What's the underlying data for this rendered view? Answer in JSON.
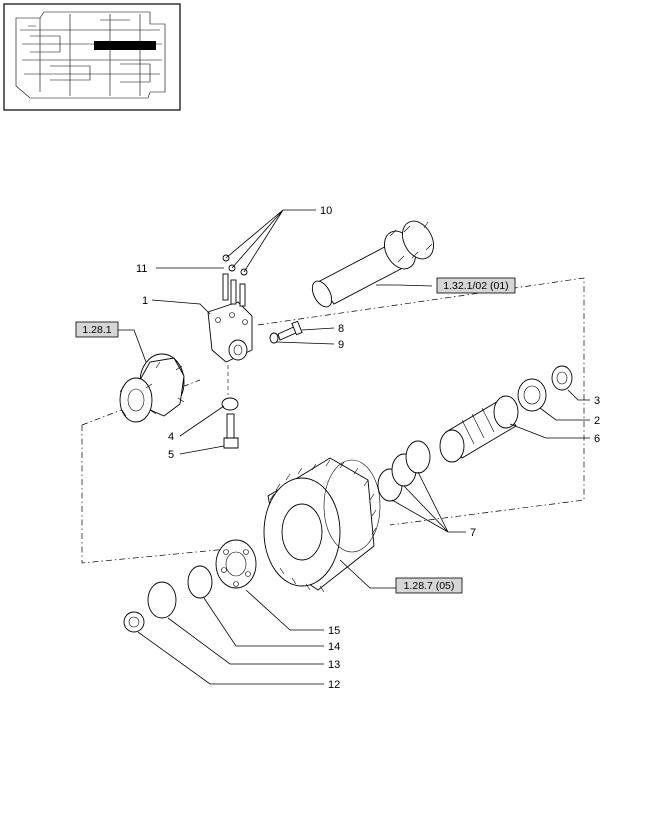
{
  "callouts": {
    "c1": "1",
    "c2": "2",
    "c3": "3",
    "c4": "4",
    "c5": "5",
    "c6": "6",
    "c7": "7",
    "c8": "8",
    "c9": "9",
    "c10": "10",
    "c11": "11",
    "c12": "12",
    "c13": "13",
    "c14": "14",
    "c15": "15"
  },
  "references": {
    "r1": "1.28.1",
    "r2": "1.32.1/02 (01)",
    "r3": "1.28.7 (05)"
  },
  "colors": {
    "line": "#000000",
    "ref_fill": "#d6d6d6",
    "background": "#ffffff"
  }
}
